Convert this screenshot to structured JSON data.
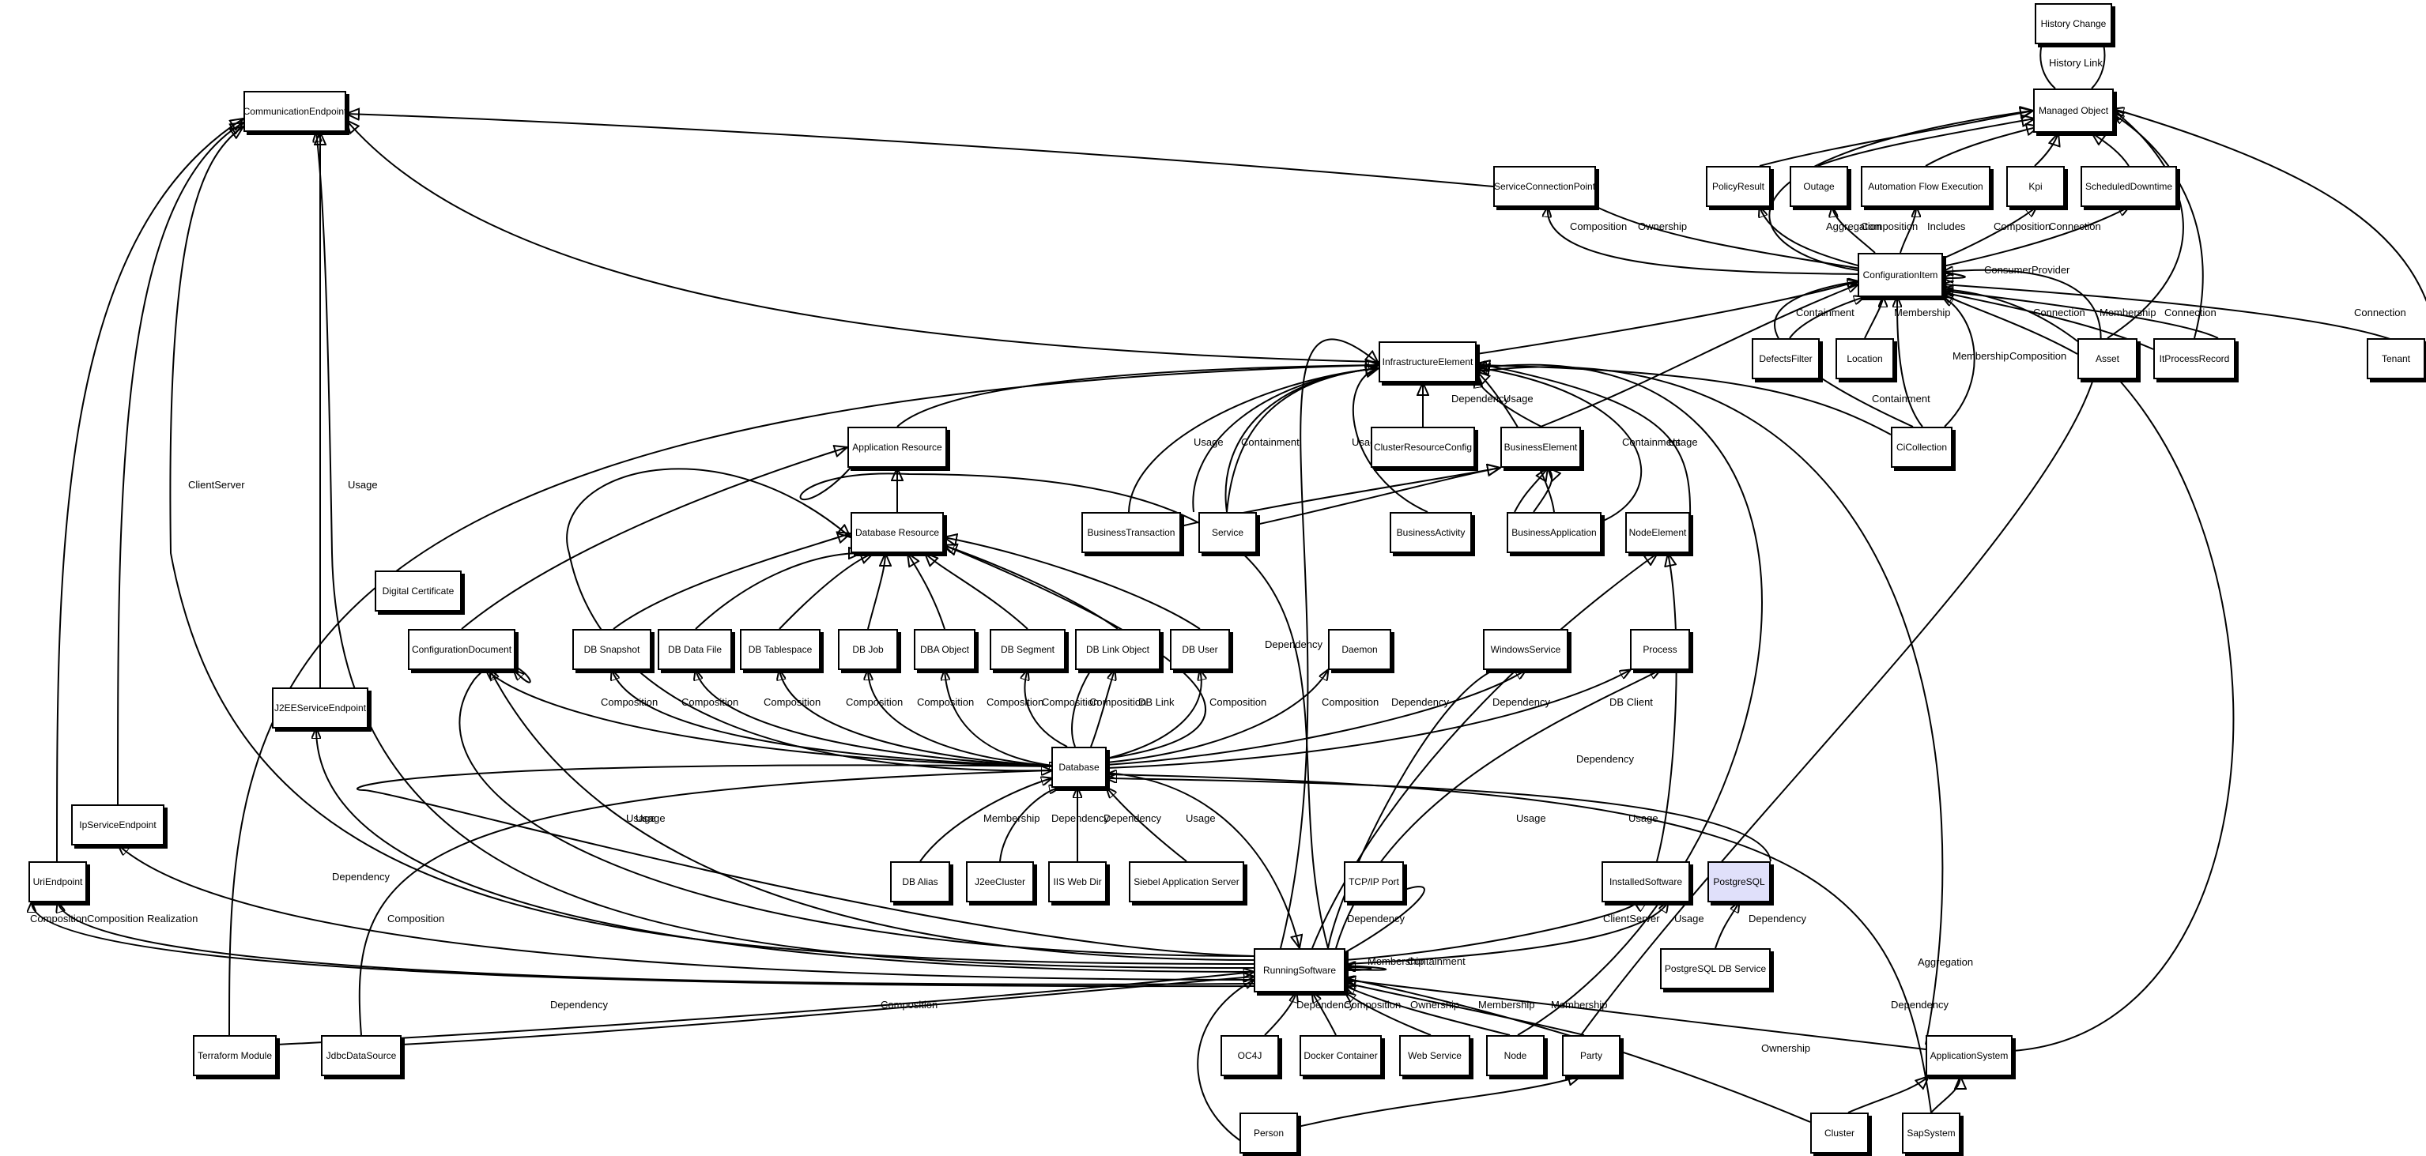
{
  "nodes": [
    {
      "id": "history",
      "label": "History Change"
    },
    {
      "id": "managed",
      "label": "Managed Object"
    },
    {
      "id": "commep",
      "label": "CommunicationEndpoint"
    },
    {
      "id": "scp",
      "label": "ServiceConnectionPoint"
    },
    {
      "id": "policy",
      "label": "PolicyResult"
    },
    {
      "id": "outage",
      "label": "Outage"
    },
    {
      "id": "afe",
      "label": "Automation Flow Execution"
    },
    {
      "id": "kpi",
      "label": "Kpi"
    },
    {
      "id": "sched",
      "label": "ScheduledDowntime"
    },
    {
      "id": "ci",
      "label": "ConfigurationItem"
    },
    {
      "id": "defects",
      "label": "DefectsFilter"
    },
    {
      "id": "location",
      "label": "Location"
    },
    {
      "id": "asset",
      "label": "Asset"
    },
    {
      "id": "itproc",
      "label": "ItProcessRecord"
    },
    {
      "id": "tenant",
      "label": "Tenant"
    },
    {
      "id": "infra",
      "label": "InfrastructureElement"
    },
    {
      "id": "appres",
      "label": "Application Resource"
    },
    {
      "id": "crc",
      "label": "ClusterResourceConfig"
    },
    {
      "id": "busel",
      "label": "BusinessElement"
    },
    {
      "id": "cicoll",
      "label": "CiCollection"
    },
    {
      "id": "bustx",
      "label": "BusinessTransaction"
    },
    {
      "id": "service",
      "label": "Service"
    },
    {
      "id": "busact",
      "label": "BusinessActivity"
    },
    {
      "id": "busapp",
      "label": "BusinessApplication"
    },
    {
      "id": "nodeel",
      "label": "NodeElement"
    },
    {
      "id": "dbres",
      "label": "Database Resource"
    },
    {
      "id": "digcert",
      "label": "Digital Certificate"
    },
    {
      "id": "confdoc",
      "label": "ConfigurationDocument"
    },
    {
      "id": "dbsnap",
      "label": "DB Snapshot"
    },
    {
      "id": "dbdf",
      "label": "DB Data File"
    },
    {
      "id": "dbts",
      "label": "DB Tablespace"
    },
    {
      "id": "dbjob",
      "label": "DB Job"
    },
    {
      "id": "dbaobj",
      "label": "DBA Object"
    },
    {
      "id": "dbseg",
      "label": "DB Segment"
    },
    {
      "id": "dblink",
      "label": "DB Link Object"
    },
    {
      "id": "dbuser",
      "label": "DB User"
    },
    {
      "id": "daemon",
      "label": "Daemon"
    },
    {
      "id": "winsvc",
      "label": "WindowsService"
    },
    {
      "id": "process",
      "label": "Process"
    },
    {
      "id": "j2eeep",
      "label": "J2EEServiceEndpoint"
    },
    {
      "id": "database",
      "label": "Database"
    },
    {
      "id": "ipsep",
      "label": "IpServiceEndpoint"
    },
    {
      "id": "uriep",
      "label": "UriEndpoint"
    },
    {
      "id": "dbalias",
      "label": "DB Alias"
    },
    {
      "id": "j2eecl",
      "label": "J2eeCluster"
    },
    {
      "id": "iisweb",
      "label": "IIS Web Dir"
    },
    {
      "id": "siebel",
      "label": "Siebel Application Server"
    },
    {
      "id": "tcpip",
      "label": "TCP/IP Port"
    },
    {
      "id": "instsw",
      "label": "InstalledSoftware"
    },
    {
      "id": "postgres",
      "label": "PostgreSQL",
      "hl": true
    },
    {
      "id": "running",
      "label": "RunningSoftware"
    },
    {
      "id": "pgsvc",
      "label": "PostgreSQL DB Service"
    },
    {
      "id": "terraform",
      "label": "Terraform Module"
    },
    {
      "id": "jdbc",
      "label": "JdbcDataSource"
    },
    {
      "id": "oc4j",
      "label": "OC4J"
    },
    {
      "id": "docker",
      "label": "Docker Container"
    },
    {
      "id": "websvc",
      "label": "Web Service"
    },
    {
      "id": "node",
      "label": "Node"
    },
    {
      "id": "party",
      "label": "Party"
    },
    {
      "id": "appsys",
      "label": "ApplicationSystem"
    },
    {
      "id": "person",
      "label": "Person"
    },
    {
      "id": "cluster",
      "label": "Cluster"
    },
    {
      "id": "sapsys",
      "label": "SapSystem"
    }
  ],
  "edge_labels": [
    "History Link",
    "Composition",
    "Ownership",
    "Aggregation",
    "Composition",
    "Includes",
    "Composition",
    "Connection",
    "ConsumerProvider",
    "Containment",
    "Membership",
    "Connection",
    "Membership",
    "Connection",
    "Connection",
    "ClientServer",
    "Usage",
    "Dependency",
    "Usage",
    "Usage",
    "Usage",
    "Containment",
    "Usage",
    "Containment",
    "Usage",
    "Containment",
    "Membership",
    "Composition",
    "Composition",
    "Composition",
    "Composition",
    "Composition",
    "Composition",
    "Composition",
    "Composition",
    "Composition",
    "DB Link",
    "Composition",
    "Dependency",
    "Composition",
    "Dependency",
    "DB Client",
    "Realization",
    "Membership",
    "Dependency",
    "Dependency",
    "Usage",
    "Dependency",
    "Dependency",
    "Usage",
    "Usage",
    "Usage",
    "Usage",
    "Dependency",
    "Realization",
    "Composition",
    "Composition",
    "ClientServer",
    "Usage",
    "Dependency",
    "Dependency",
    "Membership",
    "Containment",
    "Dependency",
    "Composition",
    "Composition",
    "Dependency",
    "Composition",
    "Ownership",
    "Membership",
    "Membership",
    "Dependency",
    "Ownership",
    "Aggregation"
  ]
}
